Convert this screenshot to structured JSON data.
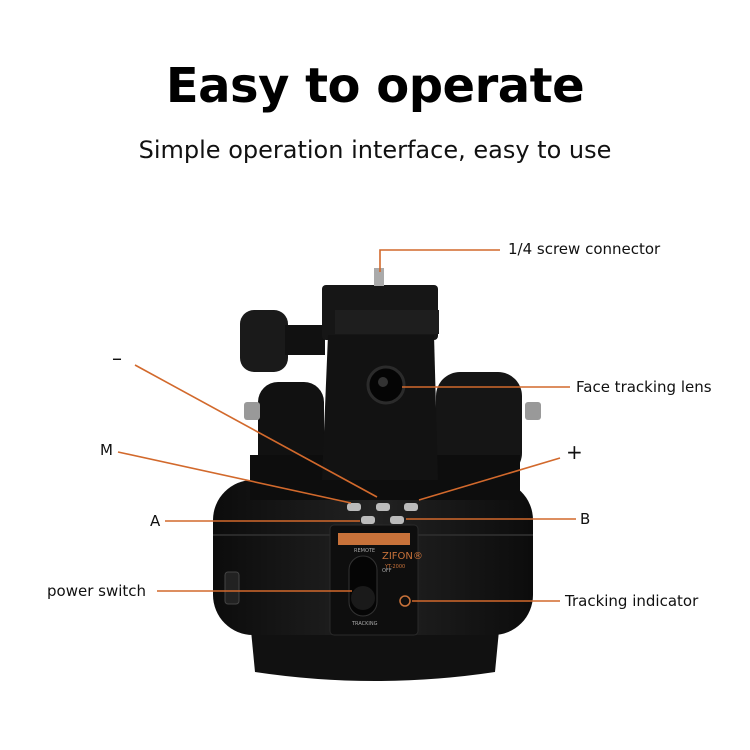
{
  "header": {
    "title": "Easy to operate",
    "subtitle": "Simple operation interface, easy to use"
  },
  "callouts": {
    "screw": "1/4 screw connector",
    "lens": "Face tracking lens",
    "minus": "–",
    "m": "M",
    "plus": "+",
    "a": "A",
    "b": "B",
    "power": "power switch",
    "indicator": "Tracking indicator"
  },
  "device": {
    "brand": "ZIFON®",
    "model": "YT-2000",
    "switch_top": "REMOTE",
    "switch_bottom": "TRACKING",
    "switch_mid": "OFF"
  },
  "colors": {
    "callout_line": "#d2692c",
    "device_body": "#141414",
    "panel_stripe": "#c8723a"
  }
}
